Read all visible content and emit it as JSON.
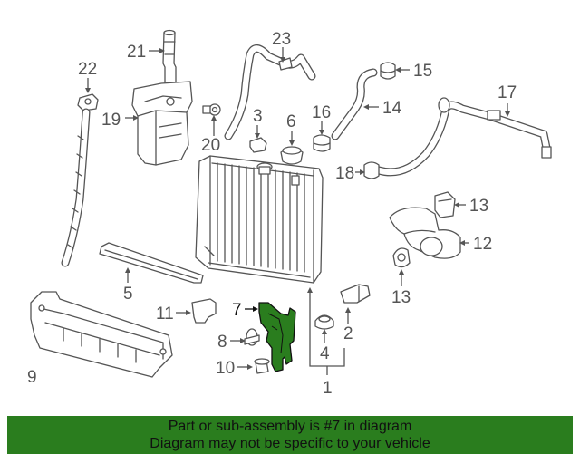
{
  "callouts": [
    "1",
    "2",
    "3",
    "4",
    "5",
    "6",
    "7",
    "8",
    "9",
    "10",
    "11",
    "12",
    "13",
    "13",
    "14",
    "15",
    "16",
    "17",
    "18",
    "19",
    "20",
    "21",
    "22",
    "23"
  ],
  "highlight_color": "#2a7d1e",
  "banner": {
    "line1": "Part or sub-assembly is #7 in diagram",
    "line2": "Diagram may not be specific to your vehicle"
  }
}
